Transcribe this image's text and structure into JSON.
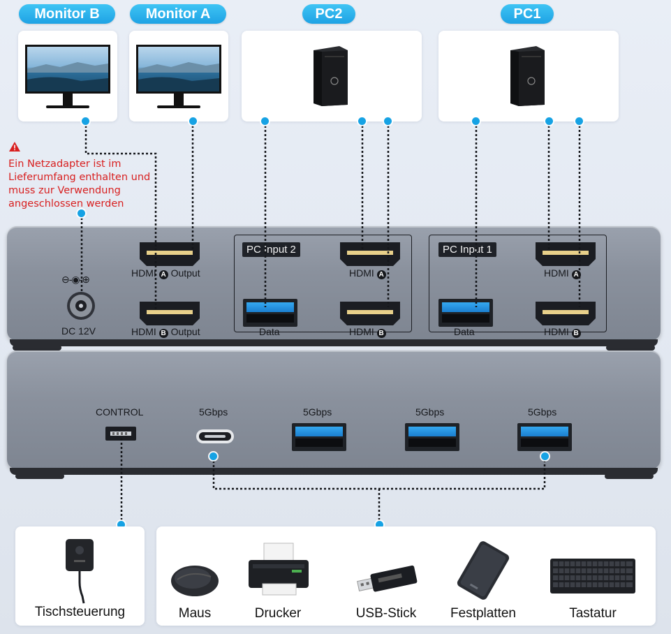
{
  "tags": {
    "monitor_b": "Monitor B",
    "monitor_a": "Monitor A",
    "pc2": "PC2",
    "pc1": "PC1"
  },
  "warning": {
    "icon": "warning-triangle-icon",
    "text": "Ein Netzadapter ist im Lieferumfang enthalten und muss zur Verwendung angeschlossen werden"
  },
  "top_unit": {
    "power_symbol": "⊖-◉-⊕",
    "power_label": "DC 12V",
    "hdmi_a_output": "HDMI",
    "hdmi_a_badge": "A",
    "hdmi_a_suffix": "Output",
    "hdmi_b_output": "HDMI",
    "hdmi_b_badge": "B",
    "hdmi_b_suffix": "Output",
    "pc_input_2": {
      "title": "PC Input 2",
      "hdmi_a": "HDMI",
      "hdmi_a_badge": "A",
      "data": "Data",
      "hdmi_b": "HDMI",
      "hdmi_b_badge": "B"
    },
    "pc_input_1": {
      "title": "PC Input 1",
      "hdmi_a": "HDMI",
      "hdmi_a_badge": "A",
      "data": "Data",
      "hdmi_b": "HDMI",
      "hdmi_b_badge": "B"
    }
  },
  "bottom_unit": {
    "control": "CONTROL",
    "usb_c_speed": "5Gbps",
    "usb1_speed": "5Gbps",
    "usb2_speed": "5Gbps",
    "usb3_speed": "5Gbps"
  },
  "devices": {
    "desk_control": "Tischsteuerung",
    "mouse": "Maus",
    "printer": "Drucker",
    "usb_stick": "USB-Stick",
    "hard_drives": "Festplatten",
    "keyboard": "Tastatur"
  },
  "colors": {
    "accent": "#1ea2e4",
    "warning": "#d81f1f",
    "device_body": "#8a919d"
  }
}
